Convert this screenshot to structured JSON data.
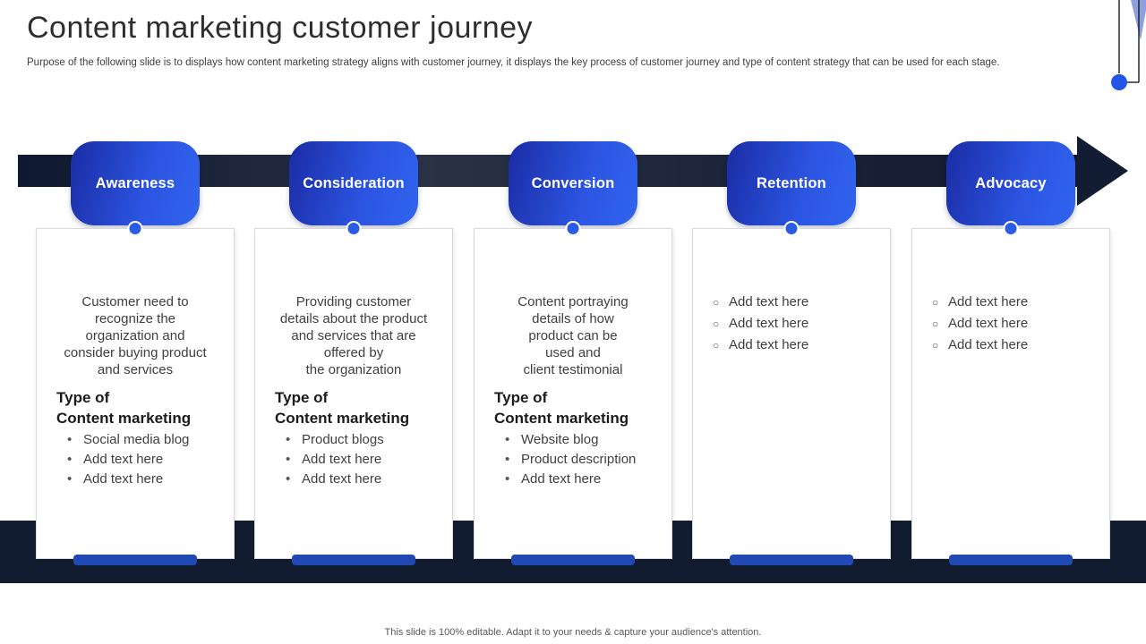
{
  "slide": {
    "title": "Content marketing customer journey",
    "subtitle": "Purpose of the following slide is to displays how content marketing strategy aligns with customer journey, it displays the key process of customer journey and type of content strategy that can be used for each stage.",
    "footer": "This slide is 100% editable. Adapt it to your needs & capture your audience's attention."
  },
  "colors": {
    "tab_blue_dark": "#1a2ca4",
    "tab_blue_light": "#3064ee",
    "navy_band": "#121c30",
    "connector_dot_blue": "#2b5ce6",
    "bottom_bar_blue": "#2149b4",
    "decor_triangle_blue": "#8295db"
  },
  "stages": [
    {
      "label": "Awareness",
      "description": "Customer need to\nrecognize the\norganization and\nconsider buying product\nand services",
      "heading": "Type of\nContent marketing",
      "marker": "•",
      "bullets": [
        "Social media blog",
        "Add text here",
        "Add text here"
      ]
    },
    {
      "label": "Consideration",
      "description": "Providing customer\ndetails about the product\nand services that are\noffered by\nthe organization",
      "heading": "Type of\nContent marketing",
      "marker": "•",
      "bullets": [
        "Product blogs",
        "Add text here",
        "Add text here"
      ]
    },
    {
      "label": "Conversion",
      "description": "Content portraying\ndetails of how\nproduct can be\nused and\nclient testimonial",
      "heading": "Type of\nContent marketing",
      "marker": "•",
      "bullets": [
        "Website blog",
        "Product description",
        "Add text here"
      ]
    },
    {
      "label": "Retention",
      "description": "",
      "heading": "",
      "marker": "○",
      "bullets": [
        "Add text here",
        "Add text here",
        "Add text here"
      ]
    },
    {
      "label": "Advocacy",
      "description": "",
      "heading": "",
      "marker": "○",
      "bullets": [
        "Add text here",
        "Add text here",
        "Add text here"
      ]
    }
  ]
}
